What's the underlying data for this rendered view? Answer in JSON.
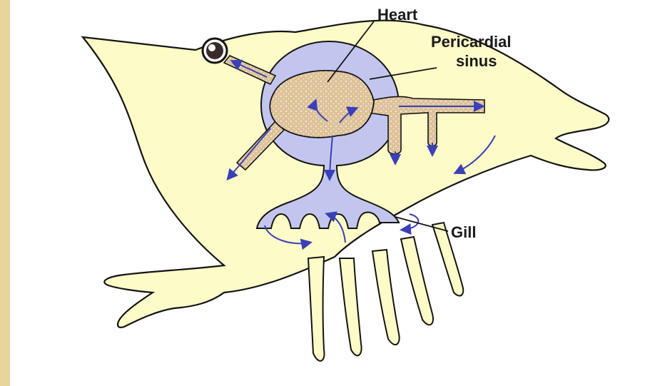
{
  "diagram": {
    "labels": {
      "heart": "Heart",
      "pericardial_line1": "Pericardial",
      "pericardial_line2": "sinus",
      "gill": "Gill"
    },
    "colors": {
      "background": "#e8d59a",
      "body_fill": "#fdfbc7",
      "sinus_fill": "#c2c6ee",
      "heart_fill": "#dcc29a",
      "outline": "#141414",
      "flow_arrow": "#3a40b8"
    }
  }
}
